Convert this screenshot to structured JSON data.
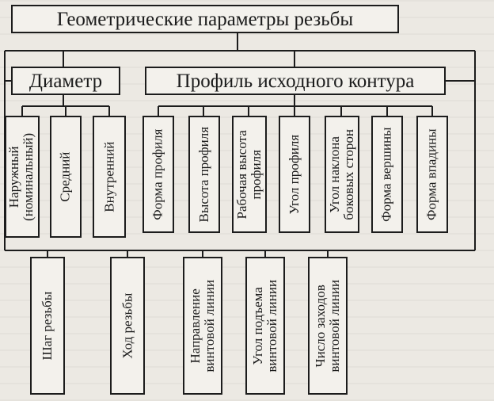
{
  "title": "Геометрические параметры резьбы",
  "groups": {
    "diameter": "Диаметр",
    "profile": "Профиль исходного контура"
  },
  "diameter_items": [
    {
      "line1": "Наружный",
      "line2": "(номинальный)"
    },
    {
      "line1": "Средний",
      "line2": ""
    },
    {
      "line1": "Внутренний",
      "line2": ""
    }
  ],
  "profile_items": [
    {
      "line1": "Форма профиля",
      "line2": ""
    },
    {
      "line1": "Высота профиля",
      "line2": ""
    },
    {
      "line1": "Рабочая высота",
      "line2": "профиля"
    },
    {
      "line1": "Угол профиля",
      "line2": ""
    },
    {
      "line1": "Угол наклона",
      "line2": "боковых сторон"
    },
    {
      "line1": "Форма вершины",
      "line2": ""
    },
    {
      "line1": "Форма впадины",
      "line2": ""
    }
  ],
  "bottom_items": [
    {
      "line1": "Шаг резьбы",
      "line2": ""
    },
    {
      "line1": "Ход резьбы",
      "line2": ""
    },
    {
      "line1": "Направление",
      "line2": "винтовой линии"
    },
    {
      "line1": "Угол подъема",
      "line2": "винтовой линии"
    },
    {
      "line1": "Число заходов",
      "line2": "винтовой линии"
    }
  ]
}
